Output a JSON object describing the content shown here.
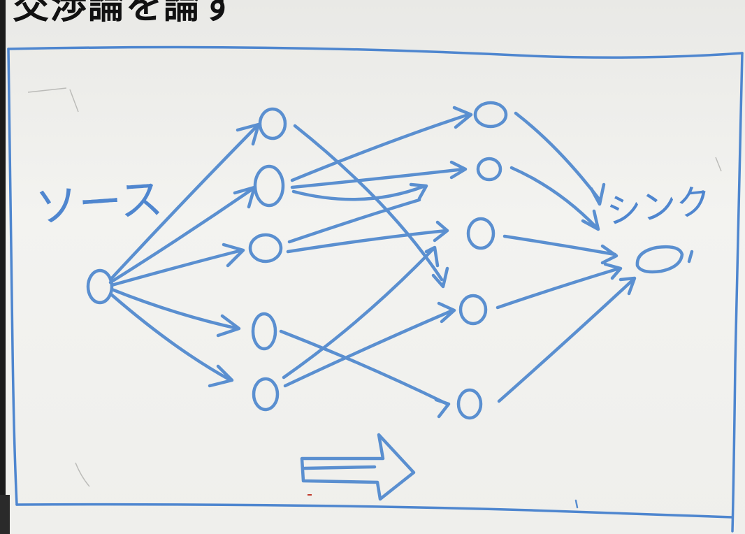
{
  "caption": {
    "text": "交渉論を論ず"
  },
  "whiteboard": {
    "source_label": "ソース",
    "sink_label": "シンク",
    "marker_color": "#5a8fd0"
  }
}
